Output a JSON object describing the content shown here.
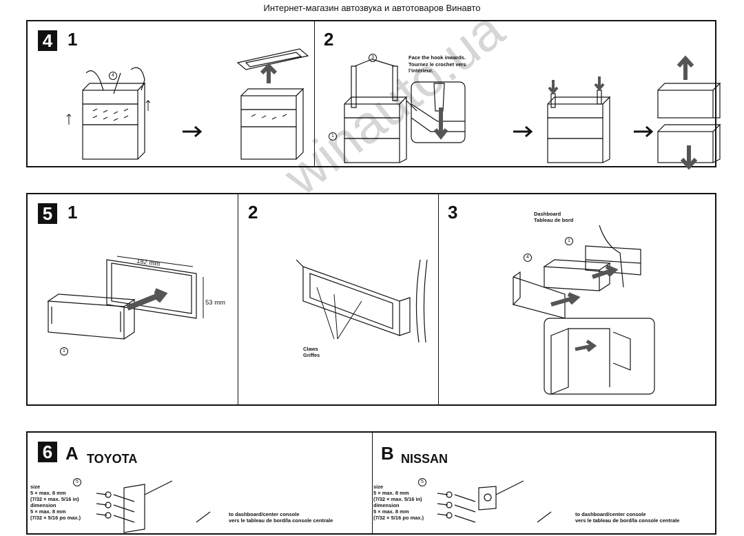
{
  "header": {
    "title": "Интернет-магазин автозвука и автотоваров Винавто"
  },
  "watermark": "winauto.ua",
  "section4": {
    "number": "4",
    "panel1": {
      "step": "1",
      "callout": "4"
    },
    "panel2": {
      "step": "2",
      "callout_top": "3",
      "callout_left": "1",
      "note_en": "Face the hook inwards.",
      "note_fr": "Tournez le crochet vers l’intérieur."
    }
  },
  "section5": {
    "number": "5",
    "panel1": {
      "step": "1",
      "width_dim": "182 mm",
      "height_dim": "53 mm",
      "callout": "1"
    },
    "panel2": {
      "step": "2",
      "claws_en": "Claws",
      "claws_fr": "Griffes"
    },
    "panel3": {
      "step": "3",
      "dash_en": "Dashboard",
      "dash_fr": "Tableau de bord",
      "callout_a": "1",
      "callout_b": "4"
    }
  },
  "section6": {
    "number": "6",
    "toyota": {
      "letter": "A",
      "brand": "TOYOTA",
      "callout": "5",
      "spec": [
        "size",
        "5 × max. 8 mm",
        "(7/32 × max. 5/16 in)",
        "dimension",
        "5 × max. 8 mm",
        "(7/32 × 5/16 po max.)"
      ],
      "console_en": "to dashboard/center console",
      "console_fr": "vers le tableau de bord/la console centrale"
    },
    "nissan": {
      "letter": "B",
      "brand": "NISSAN",
      "callout": "5",
      "spec": [
        "size",
        "5 × max. 8 mm",
        "(7/32 × max. 5/16 in)",
        "dimension",
        "5 × max. 8 mm",
        "(7/32 × 5/16 po max.)"
      ],
      "console_en": "to dashboard/center console",
      "console_fr": "vers le tableau de bord/la console centrale"
    }
  }
}
